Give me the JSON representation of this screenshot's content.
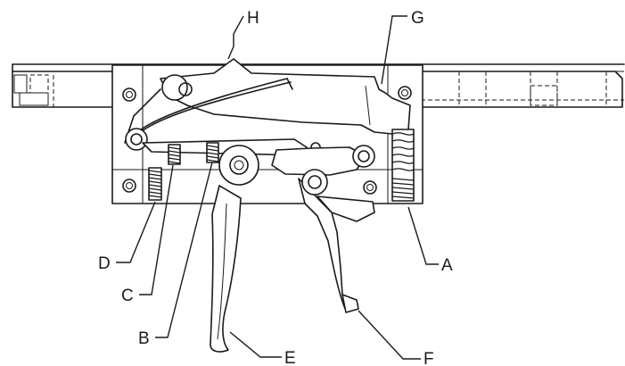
{
  "labels": {
    "A": "A",
    "B": "B",
    "C": "C",
    "D": "D",
    "E": "E",
    "F": "F",
    "G": "G",
    "H": "H"
  }
}
